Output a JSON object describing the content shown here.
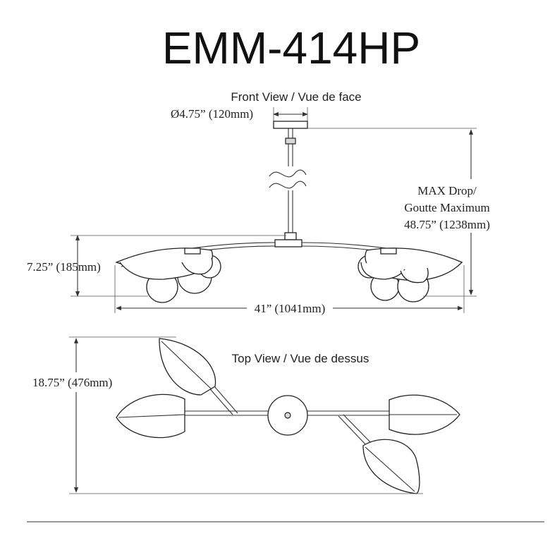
{
  "title": "EMM-414HP",
  "front_view": {
    "label": "Front View / Vue de face",
    "canopy_diameter": "Ø4.75” (120mm)",
    "max_drop_line1": "MAX Drop/",
    "max_drop_line2": "Goutte Maximum",
    "max_drop_line3": "48.75” (1238mm)",
    "height": "7.25” (185mm)",
    "width": "41” (1041mm)"
  },
  "top_view": {
    "label": "Top View / Vue de dessus",
    "depth": "18.75” (476mm)"
  }
}
